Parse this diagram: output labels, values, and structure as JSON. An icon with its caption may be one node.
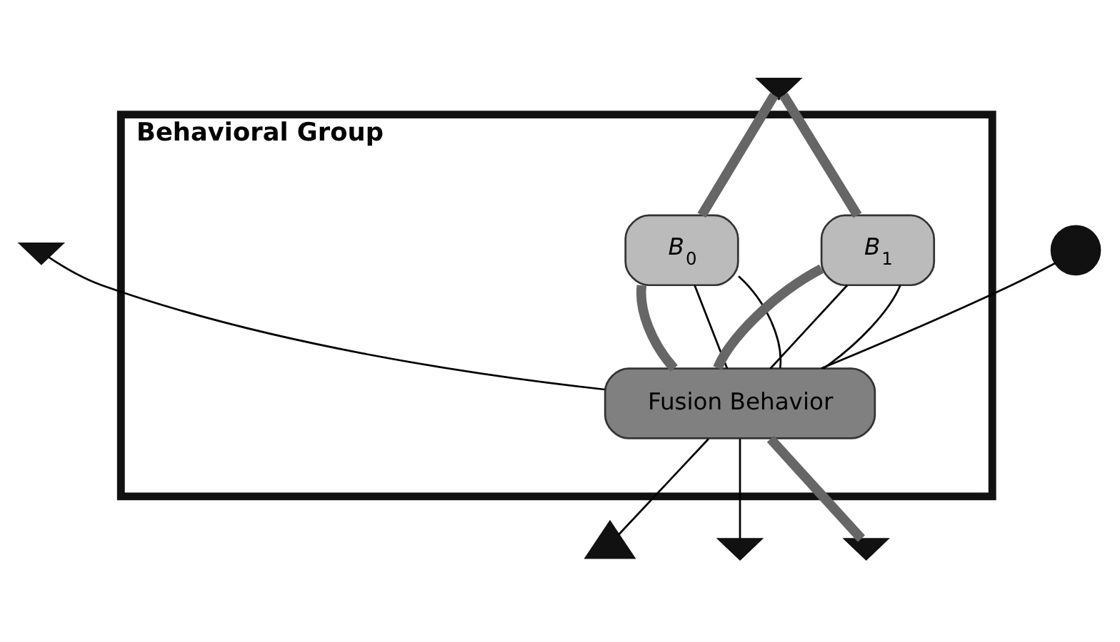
{
  "diagram": {
    "nodes": [
      {
        "text": [
          "Behavioral Group"
        ]
      },
      {
        "text": [],
        "shape": "chevron"
      },
      {
        "text": [],
        "shape": "chevron"
      },
      {
        "text": [
          "*B*$_{0}$"
        ],
        "in": 0
      },
      {
        "text": [
          "*B*$_{1}$"
        ],
        "in": 0
      },
      {
        "text": [],
        "shape": "triangle"
      },
      {
        "text": [],
        "shape": "circle"
      },
      {
        "text": [],
        "shape": "chevron"
      },
      {
        "text": [
          "Fusion Behavior"
        ],
        "in": 0
      },
      {
        "text": [],
        "shape": "chevron"
      }
    ],
    "edges": [
      {
        "from": 1,
        "to": 3,
        "arrow": "none",
        "style": "thick",
        "color": "#666666"
      },
      {
        "from": 1,
        "to": 4,
        "arrow": "none",
        "style": "thick",
        "color": "#666666"
      },
      {
        "from": 3,
        "to": 8,
        "arrow": "none",
        "style": "thick",
        "color": "#666666"
      },
      {
        "from": 4,
        "to": 8,
        "arrow": "none",
        "style": "thick",
        "color": "#666666"
      },
      {
        "from": 8,
        "to": 9,
        "arrow": "none",
        "style": "thick",
        "color": "#666666"
      },
      {
        "from": 2,
        "to": 8,
        "arrow": "none"
      },
      {
        "from": 6,
        "to": 8,
        "arrow": "none"
      },
      {
        "from": 3,
        "to": 8,
        "arrow": "none"
      },
      {
        "from": 3,
        "to": 8,
        "arrow": "none"
      },
      {
        "from": 4,
        "to": 8,
        "arrow": "none"
      },
      {
        "from": 4,
        "to": 8,
        "arrow": "none"
      },
      {
        "from": 8,
        "to": 5,
        "arrow": "none"
      },
      {
        "from": 8,
        "to": 7,
        "arrow": "none"
      }
    ]
  }
}
